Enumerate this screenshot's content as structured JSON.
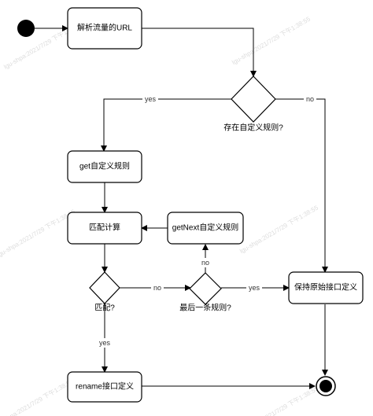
{
  "nodes": {
    "parse_url": "解析流量的URL",
    "rule_exists": "存在自定义规则?",
    "get_rule": "get自定义规则",
    "match_calc": "匹配计算",
    "get_next_rule": "getNext自定义规则",
    "matched": "匹配?",
    "last_rule": "最后一条规则?",
    "keep_original": "保持原始接口定义",
    "rename": "rename接口定义"
  },
  "edges": {
    "yes_exists": "yes",
    "no_exists": "no",
    "no_match": "no",
    "no_last": "no",
    "yes_last": "yes",
    "yes_match": "yes"
  },
  "watermark": "lgu-shpa:2021/7/29 下午1:38:55"
}
